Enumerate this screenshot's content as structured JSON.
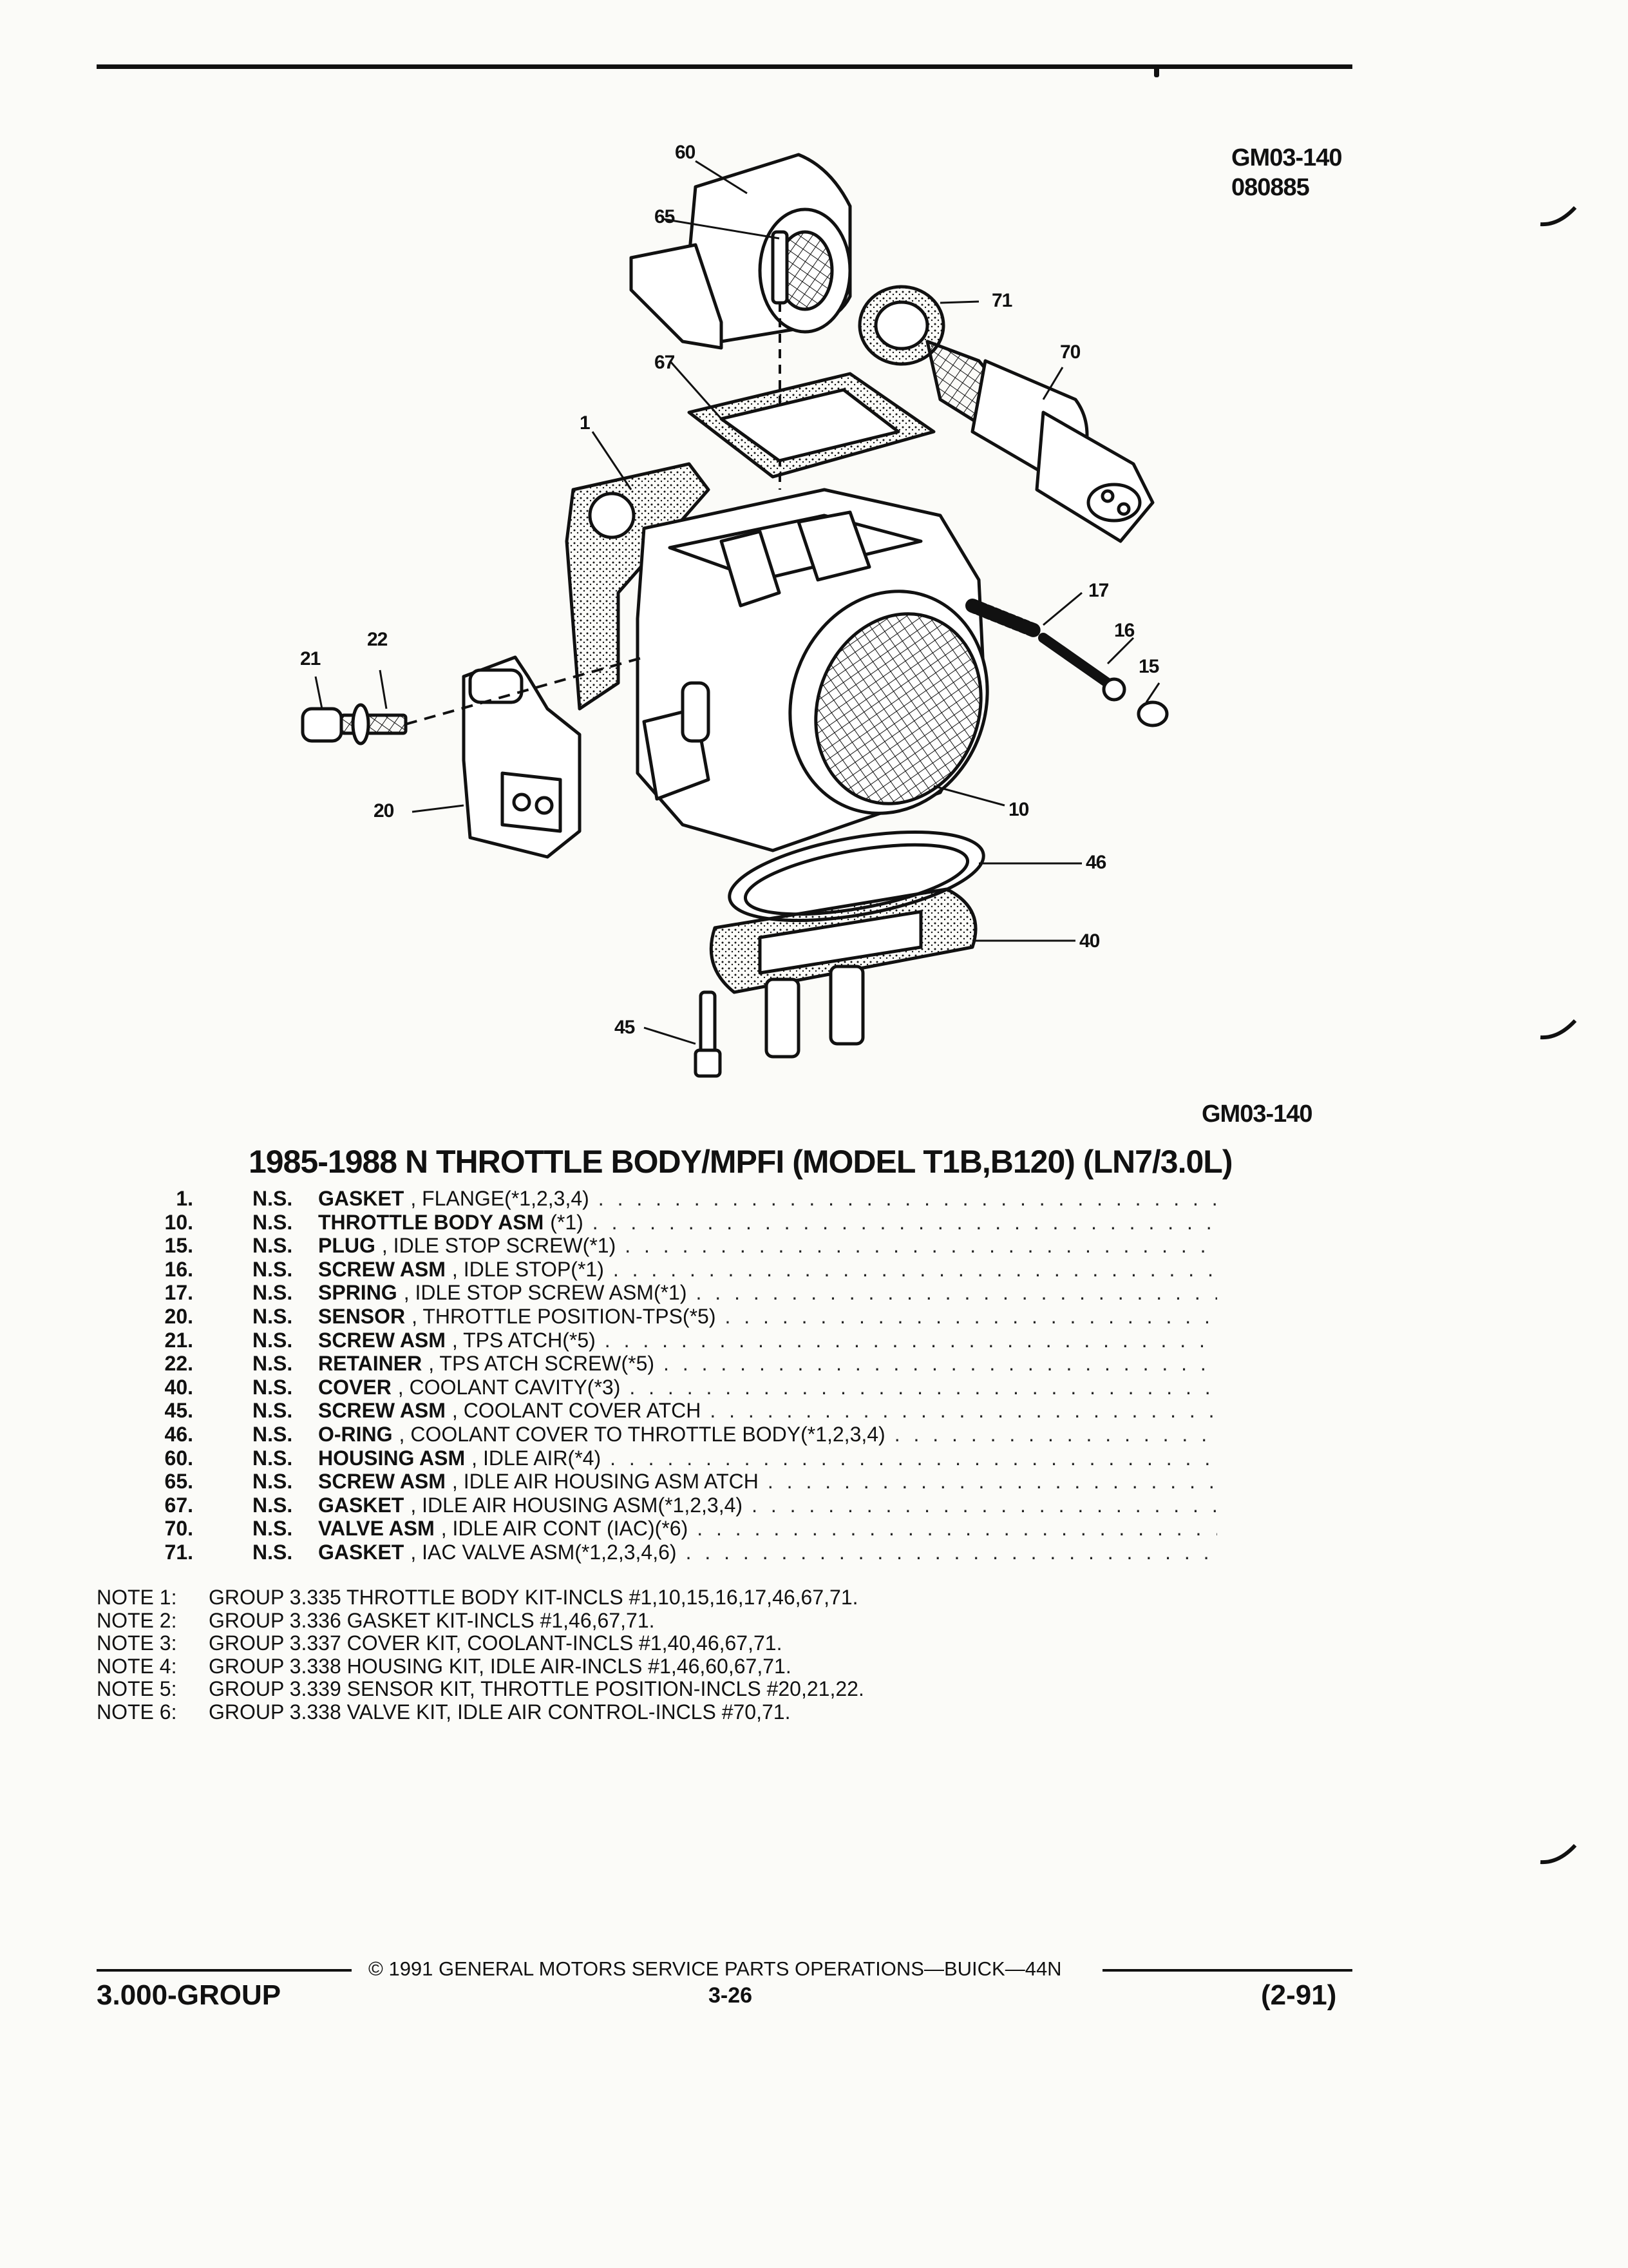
{
  "header": {
    "figure_code": "GM03-140",
    "figure_number": "080885"
  },
  "diagram": {
    "callouts": [
      "60",
      "65",
      "71",
      "70",
      "67",
      "1",
      "17",
      "16",
      "15",
      "21",
      "22",
      "20",
      "10",
      "46",
      "40",
      "45"
    ]
  },
  "figure_caption_code": "GM03-140",
  "title": "1985-1988 N THROTTLE BODY/MPFI (MODEL T1B,B120) (LN7/3.0L)",
  "parts": [
    {
      "num": "1.",
      "ns": "N.S.",
      "name": "GASKET",
      "detail": ", FLANGE(*1,2,3,4)"
    },
    {
      "num": "10.",
      "ns": "N.S.",
      "name": "THROTTLE BODY ASM",
      "detail": "(*1)"
    },
    {
      "num": "15.",
      "ns": "N.S.",
      "name": "PLUG",
      "detail": ", IDLE STOP SCREW(*1)"
    },
    {
      "num": "16.",
      "ns": "N.S.",
      "name": "SCREW ASM",
      "detail": ", IDLE STOP(*1)"
    },
    {
      "num": "17.",
      "ns": "N.S.",
      "name": "SPRING",
      "detail": ", IDLE STOP SCREW ASM(*1)"
    },
    {
      "num": "20.",
      "ns": "N.S.",
      "name": "SENSOR",
      "detail": ", THROTTLE POSITION-TPS(*5)"
    },
    {
      "num": "21.",
      "ns": "N.S.",
      "name": "SCREW ASM",
      "detail": ", TPS ATCH(*5)"
    },
    {
      "num": "22.",
      "ns": "N.S.",
      "name": "RETAINER",
      "detail": ", TPS ATCH SCREW(*5)"
    },
    {
      "num": "40.",
      "ns": "N.S.",
      "name": "COVER",
      "detail": ", COOLANT CAVITY(*3)"
    },
    {
      "num": "45.",
      "ns": "N.S.",
      "name": "SCREW ASM",
      "detail": ", COOLANT COVER ATCH"
    },
    {
      "num": "46.",
      "ns": "N.S.",
      "name": "O-RING",
      "detail": ", COOLANT COVER TO THROTTLE BODY(*1,2,3,4)"
    },
    {
      "num": "60.",
      "ns": "N.S.",
      "name": "HOUSING ASM",
      "detail": ", IDLE AIR(*4)"
    },
    {
      "num": "65.",
      "ns": "N.S.",
      "name": "SCREW ASM",
      "detail": ", IDLE AIR HOUSING ASM ATCH"
    },
    {
      "num": "67.",
      "ns": "N.S.",
      "name": "GASKET",
      "detail": ", IDLE AIR HOUSING ASM(*1,2,3,4)"
    },
    {
      "num": "70.",
      "ns": "N.S.",
      "name": "VALVE ASM",
      "detail": ", IDLE AIR CONT (IAC)(*6)"
    },
    {
      "num": "71.",
      "ns": "N.S.",
      "name": "GASKET",
      "detail": ", IAC VALVE ASM(*1,2,3,4,6)"
    }
  ],
  "dots": ". . . . . . . . . . . . . . . . . . . . . . . . . . . . . . . . . . . . . . . . . . . . . . . . . . . . . . . . . . . . . . . . . . . . . . . . . . . .",
  "notes": [
    {
      "label": "NOTE  1:",
      "text": "GROUP 3.335 THROTTLE BODY KIT-INCLS #1,10,15,16,17,46,67,71."
    },
    {
      "label": "NOTE  2:",
      "text": "GROUP 3.336 GASKET KIT-INCLS #1,46,67,71."
    },
    {
      "label": "NOTE  3:",
      "text": "GROUP 3.337 COVER KIT, COOLANT-INCLS #1,40,46,67,71."
    },
    {
      "label": "NOTE  4:",
      "text": "GROUP 3.338 HOUSING KIT, IDLE AIR-INCLS #1,46,60,67,71."
    },
    {
      "label": "NOTE  5:",
      "text": "GROUP 3.339 SENSOR KIT, THROTTLE POSITION-INCLS #20,21,22."
    },
    {
      "label": "NOTE  6:",
      "text": "GROUP 3.338 VALVE KIT, IDLE AIR CONTROL-INCLS #70,71."
    }
  ],
  "footer": {
    "copyright": "© 1991 GENERAL MOTORS SERVICE PARTS OPERATIONS—BUICK—44N",
    "group": "3.000-GROUP",
    "page": "3-26",
    "date": "(2-91)"
  }
}
